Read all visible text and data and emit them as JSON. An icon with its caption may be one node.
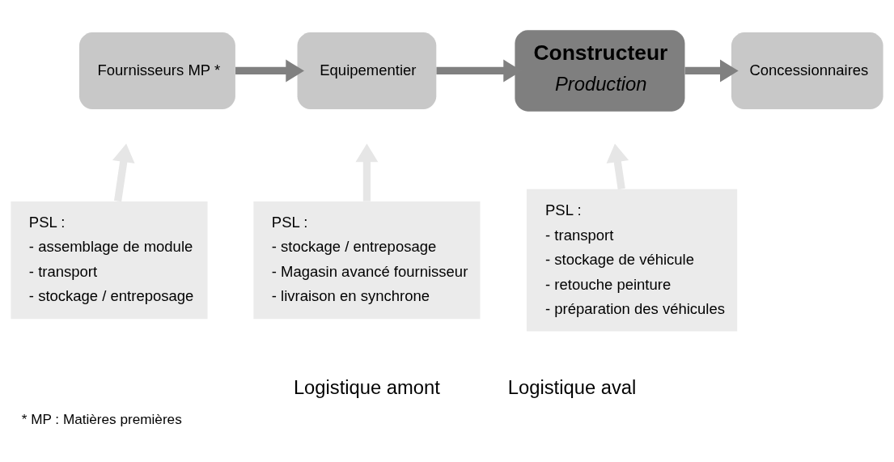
{
  "diagram": {
    "caption": "* MP : Matières premières",
    "nodes": [
      {
        "text": [
          "Fournisseurs MP *"
        ]
      },
      {
        "text": [
          "Equipementier"
        ]
      },
      {
        "text": [
          "Constructeur",
          "Production"
        ]
      },
      {
        "text": [
          "Concessionnaires"
        ]
      },
      {
        "text": [
          "PSL :",
          "- assemblage de module",
          "- transport",
          "- stockage / entreposage"
        ]
      },
      {
        "text": [
          "PSL :",
          "- stockage / entreposage",
          "- Magasin avancé fournisseur",
          "- livraison en synchrone"
        ]
      },
      {
        "text": [
          "PSL :",
          "- transport",
          "- stockage de véhicule",
          "- retouche peinture",
          "- préparation des véhicules"
        ]
      }
    ],
    "edges": [
      {
        "from": 0,
        "to": 1,
        "arrow": "to",
        "color": "#808080"
      },
      {
        "from": 1,
        "to": 2,
        "arrow": "to",
        "color": "#808080"
      },
      {
        "from": 2,
        "to": 3,
        "arrow": "to",
        "color": "#808080"
      },
      {
        "from": 4,
        "to": null,
        "arrow": "to",
        "color": "#e6e6e6"
      },
      {
        "from": 5,
        "to": null,
        "arrow": "to",
        "color": "#e6e6e6"
      },
      {
        "from": 6,
        "to": null,
        "arrow": "to",
        "color": "#e6e6e6"
      }
    ],
    "labels": [
      "Logistique amont",
      "Logistique aval"
    ]
  }
}
